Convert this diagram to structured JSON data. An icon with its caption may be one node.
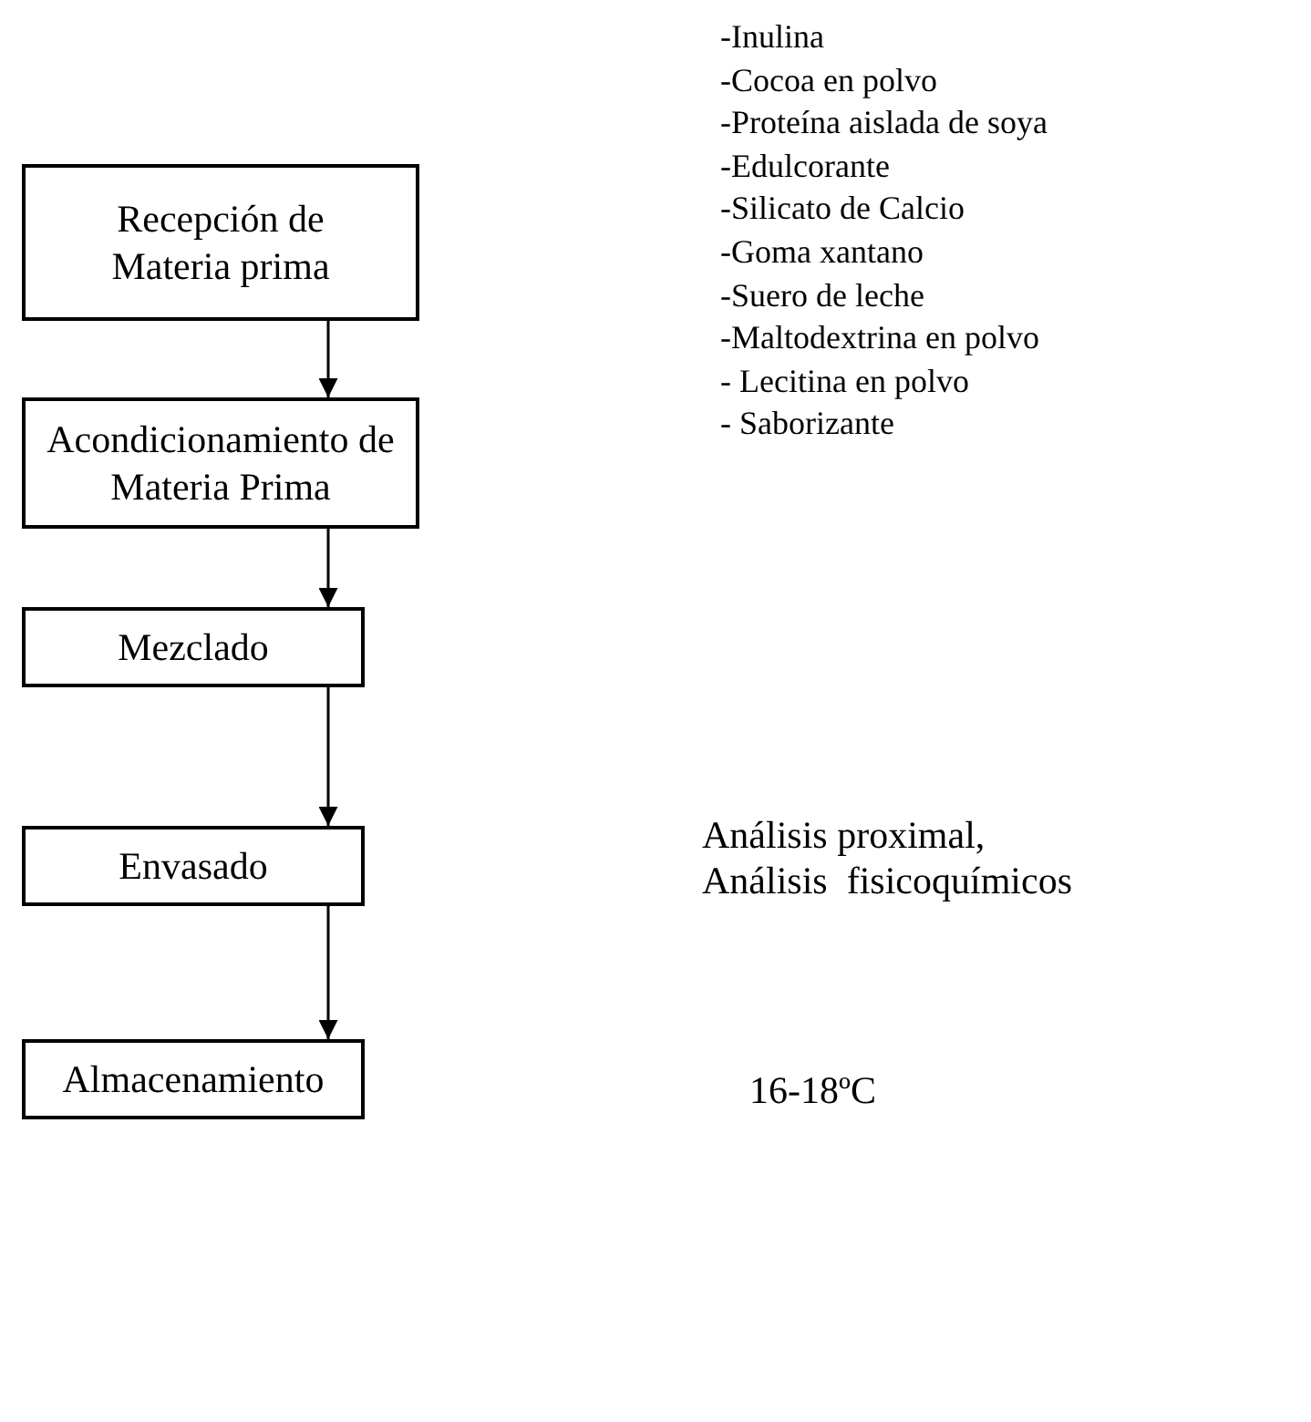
{
  "diagram": {
    "nodes": [
      {
        "text": [
          "Recepción de Materia prima"
        ]
      },
      {
        "text": [
          "Acondicionamiento de Materia Prima"
        ]
      },
      {
        "text": [
          "Mezclado"
        ]
      },
      {
        "text": [
          "Envasado"
        ]
      },
      {
        "text": [
          "Almacenamiento"
        ]
      }
    ],
    "edges": [
      {
        "from": 0,
        "to": 1,
        "arrow": "to"
      },
      {
        "from": 1,
        "to": 2,
        "arrow": "to"
      },
      {
        "from": 2,
        "to": 3,
        "arrow": "to"
      },
      {
        "from": 3,
        "to": 4,
        "arrow": "to"
      }
    ],
    "labels": [
      "-Inulina",
      "-Cocoa en polvo",
      "-Proteína aislada de soya",
      "-Edulcorante",
      "-Silicato de Calcio",
      "-Goma xantano",
      "-Suero de leche",
      "-Maltodextrina en polvo",
      "- Lecitina en polvo",
      "- Saborizante",
      "Análisis proximal,",
      "Análisis  fisicoquímicos",
      "16-18ºC"
    ]
  }
}
